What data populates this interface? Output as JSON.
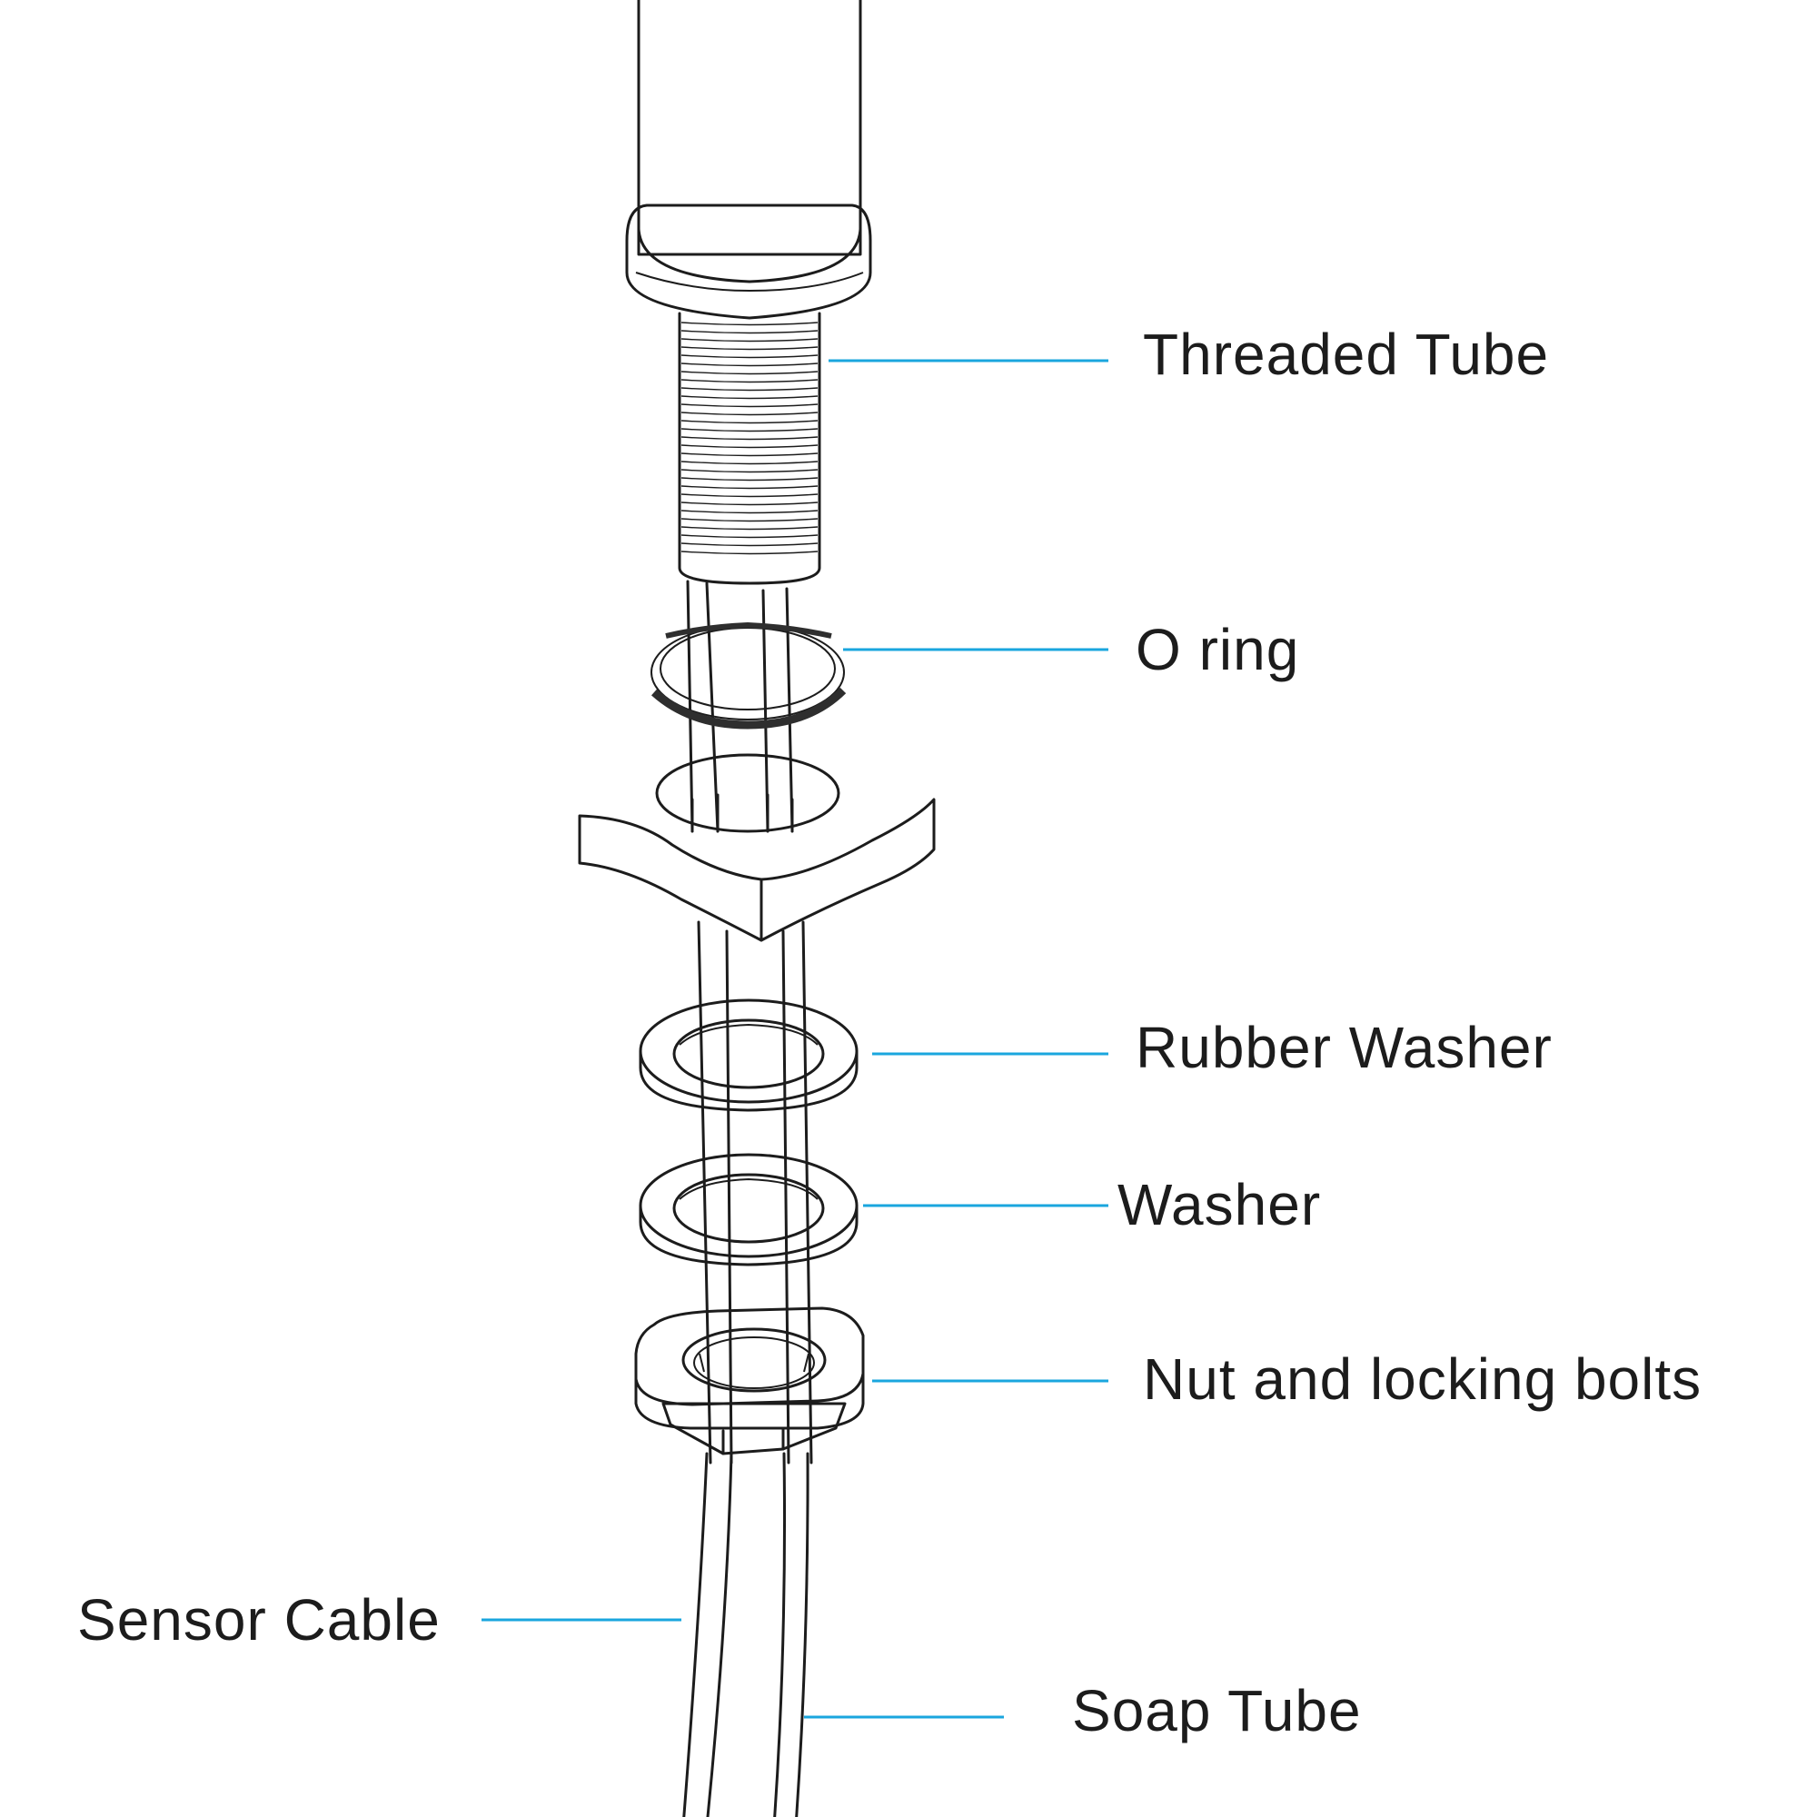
{
  "labels": {
    "threaded_tube": "Threaded Tube",
    "o_ring": "O ring",
    "rubber_washer": "Rubber Washer",
    "washer": "Washer",
    "nut": "Nut and locking bolts",
    "sensor_cable": "Sensor Cable",
    "soap_tube": "Soap Tube"
  },
  "colors": {
    "leader": "#1aa6de",
    "body_fill": "#bdccd4",
    "stroke": "#1c1c1c",
    "ring_dark": "#2e2e2e"
  }
}
